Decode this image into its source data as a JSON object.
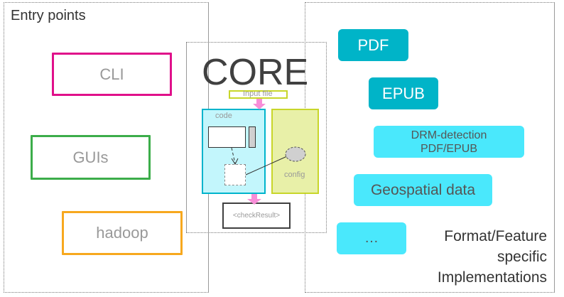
{
  "entry_points": {
    "title": "Entry points",
    "items": [
      {
        "label": "CLI",
        "color": "#e0108a"
      },
      {
        "label": "GUIs",
        "color": "#3cad4a"
      },
      {
        "label": "hadoop",
        "color": "#f7a81e"
      }
    ]
  },
  "core": {
    "title": "CORE",
    "input_label": "Input file",
    "code_label": "code",
    "config_label": "config",
    "result_label": "<checkResult>",
    "colors": {
      "code_border": "#00b4cc",
      "code_fill": "#c3f6fc",
      "config_border": "#c8d62a",
      "config_fill": "#e8f0a8",
      "arrow": "#f88ed8"
    }
  },
  "implementations": {
    "items": [
      {
        "label": "PDF",
        "style": "dark"
      },
      {
        "label": "EPUB",
        "style": "dark"
      },
      {
        "label": "DRM-detection\nPDF/EPUB",
        "line1": "DRM-detection",
        "line2": "PDF/EPUB",
        "style": "light"
      },
      {
        "label": "Geospatial data",
        "style": "light"
      },
      {
        "label": "…",
        "style": "light"
      }
    ],
    "caption_lines": [
      "Format/Feature",
      "specific",
      "Implementations"
    ],
    "colors": {
      "dark": "#00b4c8",
      "light": "#4ae8fc"
    }
  }
}
